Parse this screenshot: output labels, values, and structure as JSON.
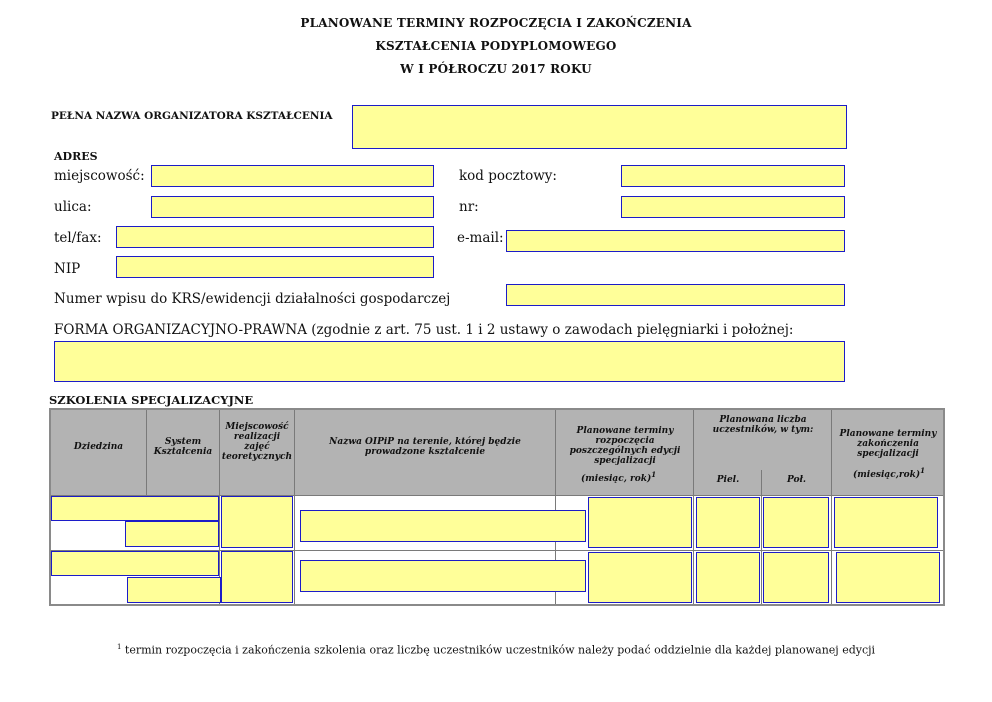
{
  "title": {
    "line1": "PLANOWANE TERMINY ROZPOCZĘCIA I ZAKOŃCZENIA",
    "line2": "KSZTAŁCENIA PODYPLOMOWEGO",
    "line3": "W I PÓŁROCZU 2017 ROKU"
  },
  "organizer": {
    "label": "PEŁNA NAZWA ORGANIZATORA KSZTAŁCENIA",
    "value": ""
  },
  "address": {
    "heading": "ADRES",
    "city_label": "miejscowość:",
    "postal_label": "kod pocztowy:",
    "street_label": "ulica:",
    "number_label": "nr:",
    "phone_label": "tel/fax:",
    "email_label": "e-mail:",
    "nip_label": "NIP",
    "krs_label": "Numer wpisu do KRS/ewidencji działalności gospodarczej",
    "legal_form_label": "FORMA ORGANIZACYJNO-PRAWNA (zgodnie z art. 75 ust. 1 i 2 ustawy o zawodach pielęgniarki i położnej:"
  },
  "section": {
    "title": "SZKOLENIA SPECJALIZACYJNE"
  },
  "table": {
    "headers": {
      "col1": "Dziedzina",
      "col2": "System Kształcenia",
      "col3": "Miejscowość realizacji zajęć teoretycznych",
      "col4": "Nazwa OIPiP na terenie, której będzie prowadzone kształcenie",
      "col5": "Planowane terminy rozpoczęcia poszczególnych edycji specjalizacji",
      "col5_sub": "(miesiąc, rok)",
      "col6": "Planowana liczba uczestników, w tym:",
      "col6a": "Piel.",
      "col6b": "Poł.",
      "col7": "Planowane terminy zakończenia specjalizacji",
      "col7_sub": "(miesiąc,rok)",
      "footnote_mark": "1"
    },
    "rows": [
      {
        "dziedzina": "",
        "system": "",
        "miejscowosc": "",
        "oipip": "",
        "start": "",
        "piel": "",
        "pol": "",
        "end": ""
      },
      {
        "dziedzina": "",
        "system": "",
        "miejscowosc": "",
        "oipip": "",
        "start": "",
        "piel": "",
        "pol": "",
        "end": ""
      }
    ]
  },
  "footnote": {
    "mark": "1",
    "text": "termin rozpoczęcia i zakończenia szkolenia oraz liczbę uczestników uczestników należy podać oddzielnie dla każdej planowanej edycji"
  },
  "colors": {
    "field_fill": "#ffff99",
    "field_border": "#1c1cc8",
    "header_gray": "#b3b3b3"
  }
}
